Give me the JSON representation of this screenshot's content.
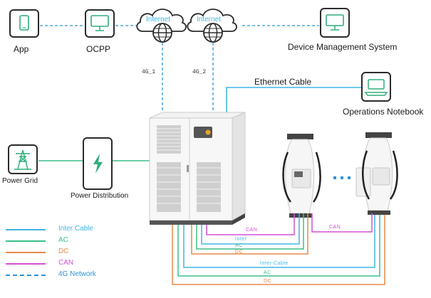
{
  "nodes": {
    "app": "App",
    "ocpp": "OCPP",
    "internet_1": "Internet",
    "internet_2": "Internet",
    "dms": "Device Management System",
    "ethernet": "Ethernet Cable",
    "notebook": "Operations Notebook",
    "power_grid": "Power  Grid",
    "power_distribution": "Power Distribution",
    "link_4g_1": "4G_1",
    "link_4g_2": "4G_2",
    "ellipsis": "• • •"
  },
  "wire_labels": {
    "can_1": "CAN",
    "can_2": "CAN",
    "inter": "Inter",
    "ac": "AC",
    "dc": "DC",
    "inter_cable": "Inter Cable",
    "ac_2": "AC",
    "dc_2": "DC"
  },
  "legend": [
    {
      "label": "Inter Cable",
      "color": "#3fb5e6",
      "dashed": false
    },
    {
      "label": "AC",
      "color": "#3cbf8a",
      "dashed": false
    },
    {
      "label": "DC",
      "color": "#e58a4a",
      "dashed": false
    },
    {
      "label": "CAN",
      "color": "#d64fd6",
      "dashed": false
    },
    {
      "label": "4G Network",
      "color": "#2f93d6",
      "dashed": true
    }
  ],
  "colors": {
    "inter": "#3fb5e6",
    "ac": "#3cbf8a",
    "dc": "#e58a4a",
    "can": "#d64fd6",
    "net": "#2f93d6",
    "icon_dark": "#2b2b2b",
    "icon_green": "#2fae7a"
  },
  "icons": [
    "tablet-icon",
    "monitor-icon",
    "cloud-globe-icon",
    "monitor-icon",
    "laptop-icon",
    "transmission-tower-icon",
    "lightning-bolt-icon"
  ]
}
